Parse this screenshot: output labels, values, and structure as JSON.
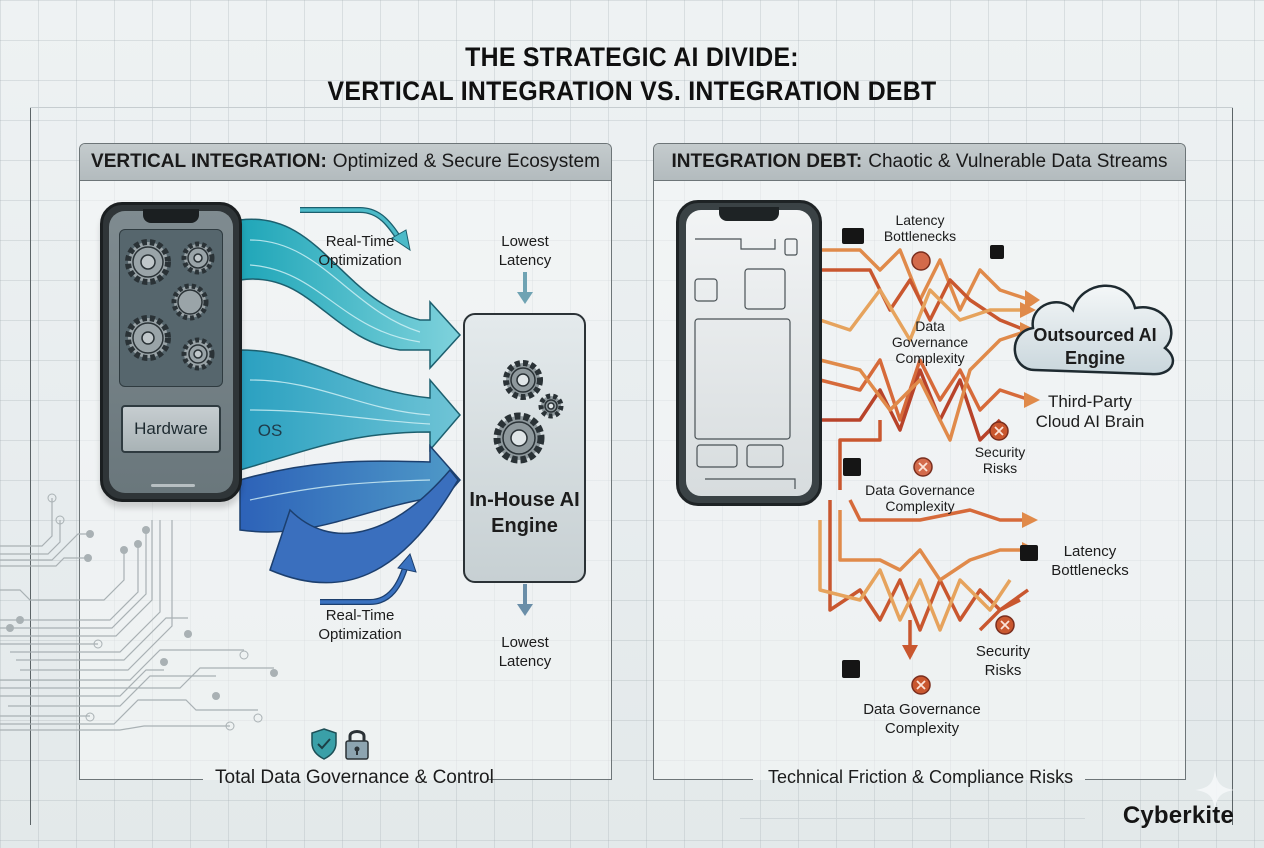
{
  "title": {
    "line1": "THE STRATEGIC AI DIVIDE:",
    "line2": "VERTICAL INTEGRATION VS. INTEGRATION DEBT"
  },
  "left_panel": {
    "header_bold": "VERTICAL INTEGRATION:",
    "header_rest": "Optimized & Secure Ecosystem",
    "phone_label": "Hardware",
    "flow_label": "OS",
    "top_flow_label": "Real-Time Optimization",
    "top_latency_label": "Lowest Latency",
    "bottom_flow_label": "Real-Time Optimization",
    "bottom_latency_label": "Lowest Latency",
    "engine_label": "In-House AI Engine",
    "footer": "Total Data Governance & Control",
    "footer_icons": [
      "shield-check-icon",
      "padlock-icon"
    ],
    "colors": {
      "teal": "#3fb3c4",
      "blue": "#3a72c0",
      "accent": "#2f8f9e"
    }
  },
  "right_panel": {
    "header_bold": "INTEGRATION DEBT:",
    "header_rest": "Chaotic & Vulnerable Data Streams",
    "annotations": [
      {
        "text": "Latency Bottlenecks",
        "position": "top"
      },
      {
        "text": "Data Governance Complexity",
        "position": "upper-middle"
      },
      {
        "text": "Security Risks",
        "position": "middle-right"
      },
      {
        "text": "Data Governance Complexity",
        "position": "middle"
      },
      {
        "text": "Latency Bottlenecks",
        "position": "lower-right"
      },
      {
        "text": "Security Risks",
        "position": "lower"
      },
      {
        "text": "Data Governance Complexity",
        "position": "bottom"
      }
    ],
    "cloud_label": "Outsourced AI Engine",
    "cloud_sublabel": "Third-Party Cloud AI Brain",
    "footer": "Technical Friction & Compliance Risks",
    "colors": {
      "orange": "#e07a3a",
      "red": "#c2472e",
      "dark_red": "#a83a2a"
    }
  },
  "brand": "Cyberkite"
}
